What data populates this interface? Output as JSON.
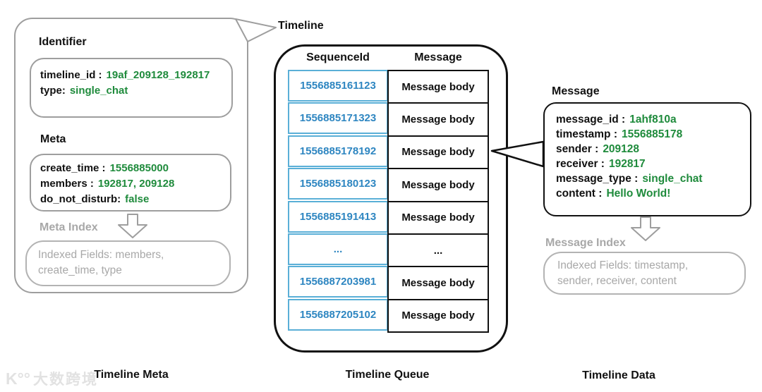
{
  "diagram": {
    "timeline_label": "Timeline",
    "colors": {
      "green_value": "#1f8b3c",
      "blue_sequence": "#2e86c1",
      "blue_cell_border": "#5aafd7",
      "gray_muted": "#a8a8a8",
      "black": "#111111"
    },
    "meta_panel": {
      "identifier": {
        "heading": "Identifier",
        "fields": [
          {
            "label": "timeline_id :",
            "value": "19af_209128_192817"
          },
          {
            "label": "type:",
            "value": "single_chat"
          }
        ]
      },
      "meta": {
        "heading": "Meta",
        "fields": [
          {
            "label": "create_time :",
            "value": "1556885000"
          },
          {
            "label": "members :",
            "value": "192817, 209128"
          },
          {
            "label": "do_not_disturb:",
            "value": "false"
          }
        ]
      },
      "meta_index": {
        "heading": "Meta Index",
        "lines": [
          "Indexed Fields: members,",
          "create_time, type"
        ]
      }
    },
    "queue_panel": {
      "columns": [
        "SequenceId",
        "Message"
      ],
      "rows": [
        {
          "seq": "1556885161123",
          "msg": "Message body"
        },
        {
          "seq": "1556885171323",
          "msg": "Message body"
        },
        {
          "seq": "1556885178192",
          "msg": "Message body"
        },
        {
          "seq": "1556885180123",
          "msg": "Message body"
        },
        {
          "seq": "1556885191413",
          "msg": "Message body"
        },
        {
          "seq": "...",
          "msg": "..."
        },
        {
          "seq": "1556887203981",
          "msg": "Message body"
        },
        {
          "seq": "1556887205102",
          "msg": "Message body"
        }
      ]
    },
    "data_panel": {
      "message": {
        "heading": "Message",
        "fields": [
          {
            "label": "message_id :",
            "value": "1ahf810a"
          },
          {
            "label": "timestamp :",
            "value": "1556885178"
          },
          {
            "label": "sender :",
            "value": "209128"
          },
          {
            "label": "receiver :",
            "value": "192817"
          },
          {
            "label": "message_type :",
            "value": "single_chat"
          },
          {
            "label": "content :",
            "value": "Hello World!"
          }
        ]
      },
      "message_index": {
        "heading": "Message Index",
        "lines": [
          "Indexed Fields: timestamp,",
          "sender, receiver, content"
        ]
      }
    },
    "captions": {
      "left": "Timeline Meta",
      "center": "Timeline Queue",
      "right": "Timeline Data"
    },
    "watermark": {
      "logo": "K°°",
      "text": "大数跨境"
    }
  }
}
